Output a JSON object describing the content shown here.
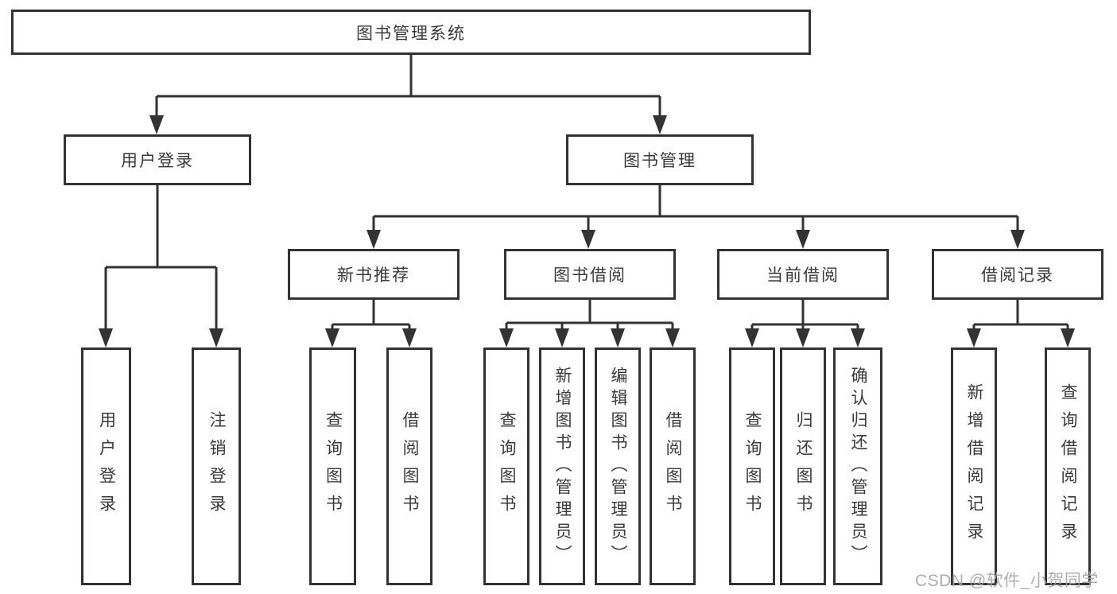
{
  "tree": {
    "root": {
      "label": "图书管理系统"
    },
    "branches": [
      {
        "label": "用户登录",
        "children": [
          {
            "label": "用户登录"
          },
          {
            "label": "注销登录"
          }
        ]
      },
      {
        "label": "图书管理",
        "sections": [
          {
            "label": "新书推荐",
            "children": [
              {
                "label": "查询图书"
              },
              {
                "label": "借阅图书"
              }
            ]
          },
          {
            "label": "图书借阅",
            "children": [
              {
                "label": "查询图书"
              },
              {
                "label": "新增图书（管理员）"
              },
              {
                "label": "编辑图书（管理员）"
              },
              {
                "label": "借阅图书"
              }
            ]
          },
          {
            "label": "当前借阅",
            "children": [
              {
                "label": "查询图书"
              },
              {
                "label": "归还图书"
              },
              {
                "label": "确认归还（管理员）"
              }
            ]
          },
          {
            "label": "借阅记录",
            "children": [
              {
                "label": "新增借阅记录"
              },
              {
                "label": "查询借阅记录"
              }
            ]
          }
        ]
      }
    ]
  },
  "watermark": {
    "text": "CSDN @软件_小贺同学"
  },
  "colors": {
    "line": "#333333",
    "box_border": "#333333",
    "text": "#3a3a3a",
    "background": "#ffffff",
    "watermark": "#a5a5a5"
  }
}
